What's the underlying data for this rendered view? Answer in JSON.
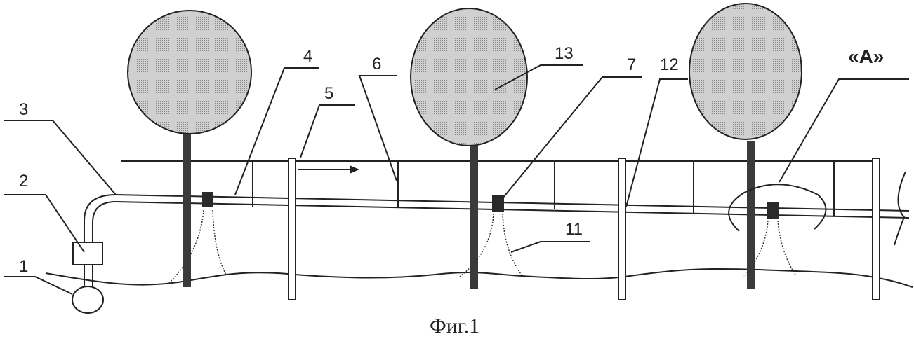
{
  "labels": {
    "l1": "1",
    "l2": "2",
    "l3": "3",
    "l4": "4",
    "l5": "5",
    "l6": "6",
    "l7": "7",
    "l11": "11",
    "l12": "12",
    "l13": "13",
    "lA": "«A»"
  },
  "caption": "Фиг.1",
  "colors": {
    "crown": "#c4c4c4",
    "trunk": "#3a3a3a",
    "emitter": "#2a2a2a",
    "line": "#222222"
  }
}
